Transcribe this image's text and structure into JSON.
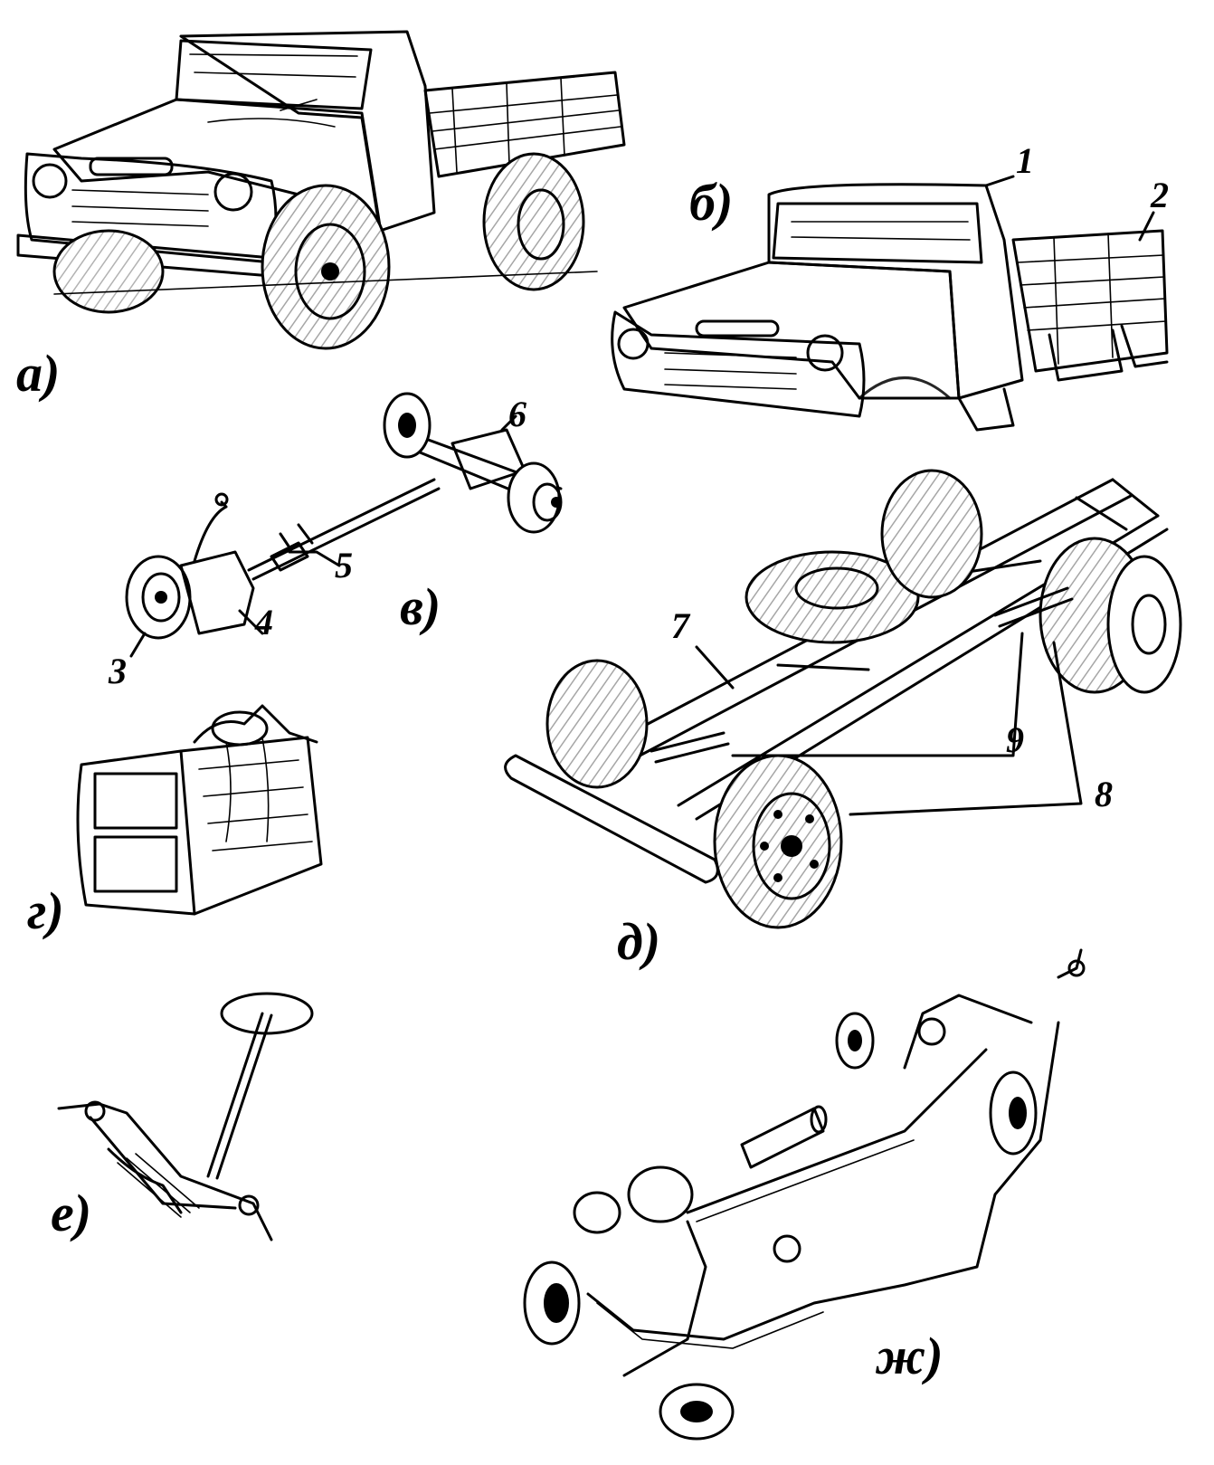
{
  "colors": {
    "ink": "#000000",
    "paper": "#ffffff"
  },
  "panels": {
    "a": {
      "label": "а)"
    },
    "b": {
      "label": "б)"
    },
    "v": {
      "label": "в)"
    },
    "g": {
      "label": "г)"
    },
    "d": {
      "label": "д)"
    },
    "e": {
      "label": "е)"
    },
    "zh": {
      "label": "ж)"
    }
  },
  "callouts": [
    "1",
    "2",
    "3",
    "4",
    "5",
    "6",
    "7",
    "8",
    "9"
  ]
}
